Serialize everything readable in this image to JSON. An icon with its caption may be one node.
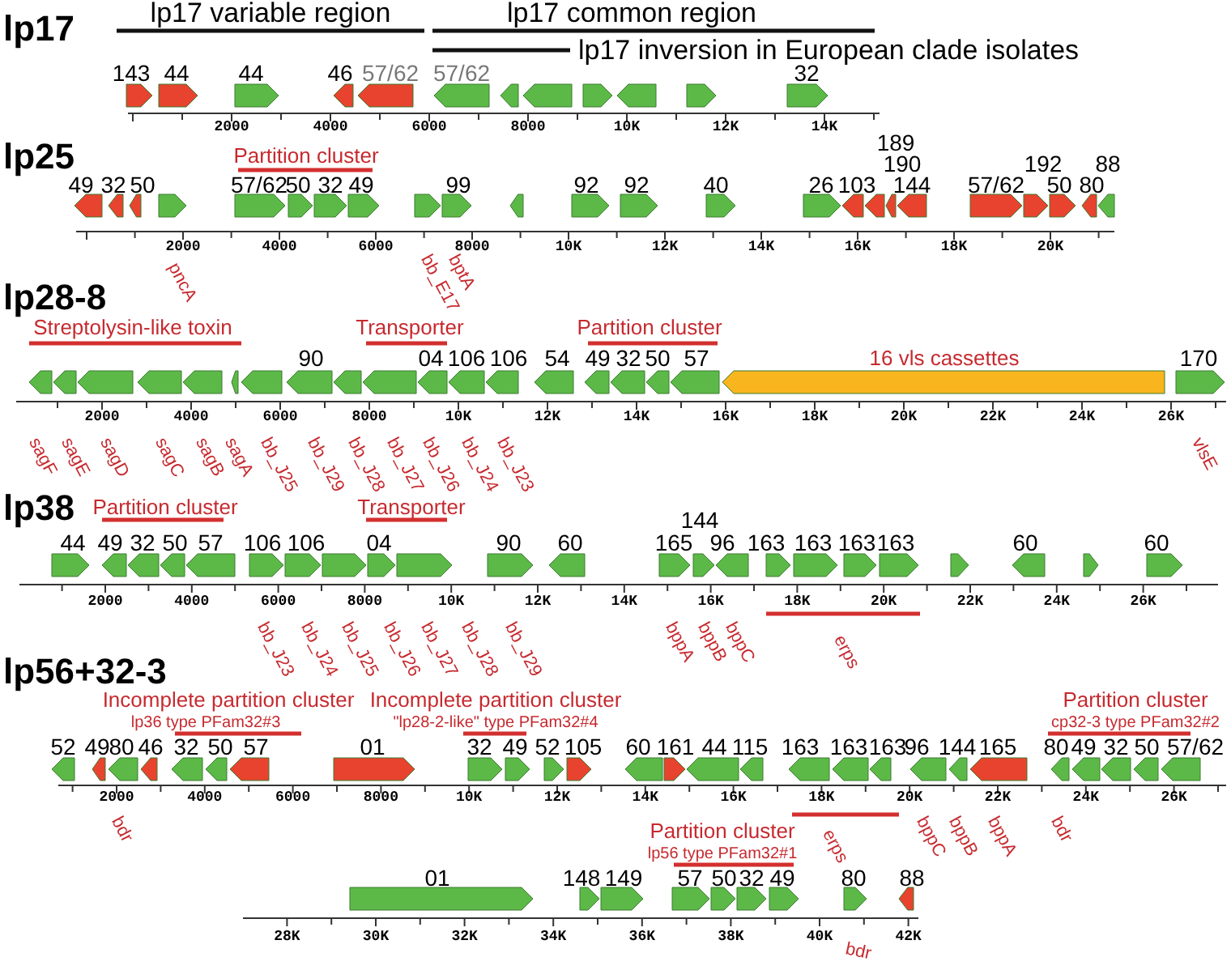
{
  "diagram": {
    "labels": [
      "lp17",
      "lp17 variable region",
      "lp17 common region",
      "lp17 inversion in European clade isolates",
      "143",
      "44",
      "44",
      "46",
      "57/62",
      "57/62",
      "32",
      "2000",
      "4000",
      "6000",
      "8000",
      "10K",
      "12K",
      "14K",
      "lp25",
      "Partition cluster",
      "189",
      "190",
      "192",
      "88",
      "49",
      "32",
      "50",
      "57/62",
      "50",
      "32",
      "49",
      "99",
      "92",
      "92",
      "40",
      "26",
      "103",
      "144",
      "57/62",
      "50",
      "80",
      "2000",
      "4000",
      "6000",
      "8000",
      "10K",
      "12K",
      "14K",
      "16K",
      "18K",
      "20K",
      "pncA",
      "bb_E17",
      "bptA",
      "lp28-8",
      "Streptolysin-like toxin",
      "Transporter",
      "Partition cluster",
      "90",
      "04",
      "106",
      "106",
      "54",
      "49",
      "32",
      "50",
      "57",
      "16 vls cassettes",
      "170",
      "2000",
      "4000",
      "6000",
      "8000",
      "10K",
      "12K",
      "14K",
      "16K",
      "18K",
      "20K",
      "22K",
      "24K",
      "26K",
      "sagF",
      "sagE",
      "sagD",
      "sagC",
      "sagB",
      "sagA",
      "bb_J25",
      "bb_J29",
      "bb_J28",
      "bb_J27",
      "bb_J26",
      "bb_J24",
      "bb_J23",
      "vlsE",
      "lp38",
      "Partition cluster",
      "Transporter",
      "144",
      "44",
      "49",
      "32",
      "50",
      "57",
      "106",
      "106",
      "04",
      "90",
      "60",
      "165",
      "96",
      "163",
      "163",
      "163",
      "163",
      "60",
      "60",
      "2000",
      "4000",
      "6000",
      "8000",
      "10K",
      "12K",
      "14K",
      "16K",
      "18K",
      "20K",
      "22K",
      "24K",
      "26K",
      "bb_J23",
      "bb_J24",
      "bb_J25",
      "bb_J26",
      "bb_J27",
      "bb_J28",
      "bb_J29",
      "bppA",
      "bppB",
      "bppC",
      "erps",
      "lp56+32-3",
      "Incomplete partition cluster",
      "Incomplete partition cluster",
      "Partition cluster",
      "lp36 type PFam32#3",
      "\"lp28-2-like\" type PFam32#4",
      "cp32-3 type PFam32#2",
      "52",
      "49",
      "80",
      "46",
      "32",
      "50",
      "57",
      "01",
      "32",
      "49",
      "52",
      "105",
      "60",
      "161",
      "44",
      "115",
      "163",
      "163",
      "163",
      "96",
      "144",
      "165",
      "80",
      "49",
      "32",
      "50",
      "57/62",
      "2000",
      "4000",
      "6000",
      "8000",
      "10K",
      "12K",
      "14K",
      "16K",
      "18K",
      "20K",
      "22K",
      "24K",
      "26K",
      "bdr",
      "erps",
      "bppC",
      "bppB",
      "bppA",
      "bdr",
      "Partition cluster",
      "lp56 type PFam32#1",
      "01",
      "148",
      "149",
      "57",
      "50",
      "32",
      "49",
      "80",
      "88",
      "28K",
      "30K",
      "32K",
      "34K",
      "36K",
      "38K",
      "40K",
      "42K",
      "bdr"
    ]
  }
}
